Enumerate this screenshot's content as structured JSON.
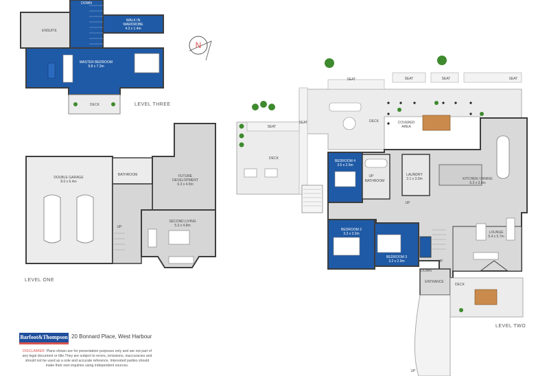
{
  "labels": {
    "down_top": "DOWN",
    "ensuite": "ENSUITE",
    "walkin_name": "WALK IN",
    "walkin_name2": "WARDROBE",
    "walkin_size": "4.3 x 1.4m",
    "master_name": "MASTER BEDROOM",
    "master_size": "9.8 x 7.2m",
    "deck_l3": "DECK",
    "level_three": "LEVEL THREE",
    "compass": "N",
    "seat": "SEAT",
    "deck": "DECK",
    "covered_area": "COVERED",
    "covered_area2": "AREA",
    "bed4_name": "BEDROOM 4",
    "bed4_size": "3.5 x 2.5m",
    "up": "UP",
    "bathroom": "BATHROOM",
    "laundry_name": "LAUNDRY",
    "laundry_size": "2.1 x 3.0m",
    "kitchen_name": "KITCHEN / DINING",
    "kitchen_size": "6.3 x 3.6m",
    "lounge_name": "LOUNGE",
    "lounge_size": "5.4 x 5.7m",
    "bed2_name": "BEDROOM 2",
    "bed2_size": "3.3 x 3.2m",
    "bed3_name": "BEDROOM 3",
    "bed3_size": "3.2 x 2.9m",
    "down": "DOWN",
    "entrance": "ENTRANCE",
    "level_two": "LEVEL TWO",
    "garage_name": "DOUBLE GARAGE",
    "garage_size": "8.0 x 6.4m",
    "future_name": "FUTURE",
    "future_name2": "DEVELOPMENT",
    "future_size": "6.3 x 4.5m",
    "second_name": "SECOND LIVING",
    "second_size": "5.3 x 4.8m",
    "level_one": "LEVEL ONE"
  },
  "footer": {
    "brand": "Barfoot&Thompson",
    "address": "20 Bonnard Place, West Harbour",
    "disclaimer_label": "DISCLAIMER:",
    "disclaimer_text": " Plans shown are for presentation purposes only and are not part of any legal document or title.They are subject to errors, omissions, inaccuracies and should not be used as a sole and accurate reference. Interested parties should make their own inquiries using independent sources."
  },
  "colors": {
    "bedroom_blue": "#1f5aa6",
    "floor_grey": "#d9d9d9",
    "deck_light": "#ececec",
    "wall": "#3d3d3d",
    "brand_blue": "#1f4e9c",
    "brand_red": "#d9534f",
    "table_wood": "#c98a4b",
    "plant_green": "#3e8a2e"
  }
}
